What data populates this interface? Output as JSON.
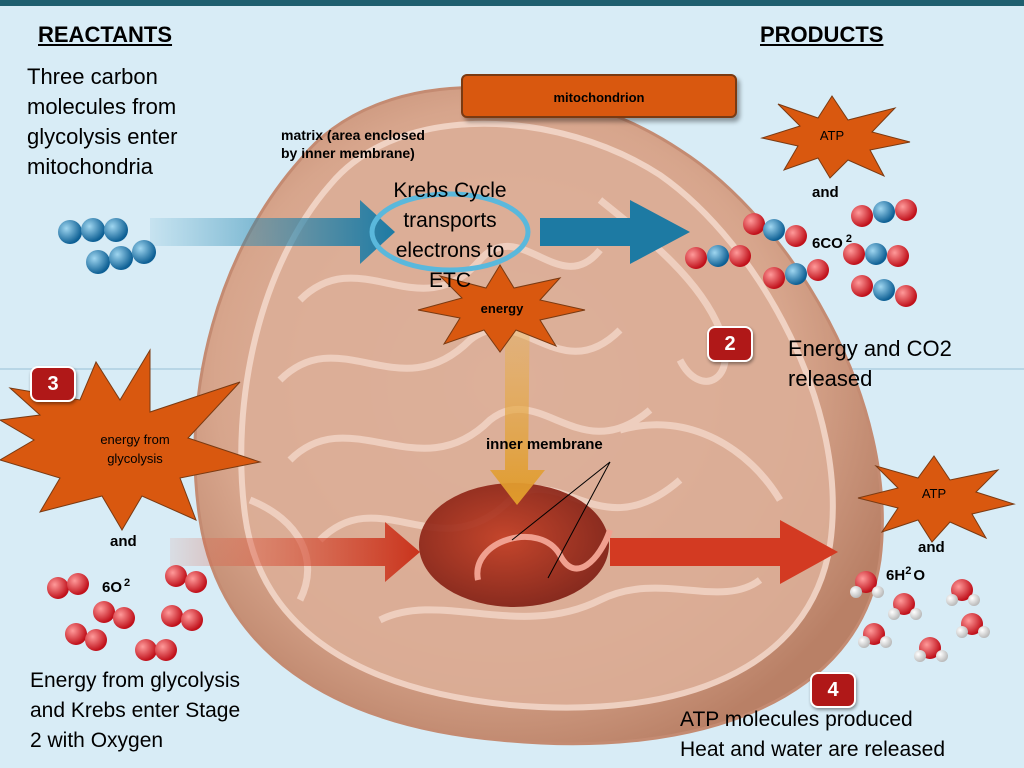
{
  "headers": {
    "reactants": "REACTANTS",
    "products": "PRODUCTS"
  },
  "stage1_text": [
    "Three carbon",
    "molecules from",
    "glycolysis enter",
    "mitochondria"
  ],
  "mitochondrion_label": "mitochondrion",
  "matrix_label": [
    "matrix (area enclosed",
    "by inner membrane)"
  ],
  "krebs_text": [
    "Krebs Cycle",
    "transports",
    "electrons to",
    "ETC"
  ],
  "energy_star": "energy",
  "atp_top": "ATP",
  "and_top": "and",
  "co2_label": {
    "base": "6CO",
    "sub": "2"
  },
  "badge_2": "2",
  "stage2_text": [
    "Energy and CO2",
    "released"
  ],
  "badge_3": "3",
  "energy_glycolysis": [
    "energy from",
    "glycolysis"
  ],
  "inner_membrane": "inner membrane",
  "and_left": "and",
  "o2_label": {
    "base": "6O",
    "sub": "2"
  },
  "atp_bottom": "ATP",
  "and_bottom": "and",
  "h2o_label": {
    "base": "6H",
    "sub": "2",
    "end": "O"
  },
  "stage3_text": [
    "Energy from glycolysis",
    "and Krebs  enter Stage",
    "2 with Oxygen"
  ],
  "badge_4": "4",
  "stage4_text": [
    "ATP molecules produced",
    "Heat and water are released"
  ],
  "colors": {
    "background": "#d8ecf6",
    "badge": "#b01818",
    "star": "#d9580f",
    "arrow_blue": "#2a8fb8",
    "arrow_red": "#d33a22",
    "arrow_gold": "#e2a032",
    "mitochondrion": "#d7a58c"
  }
}
